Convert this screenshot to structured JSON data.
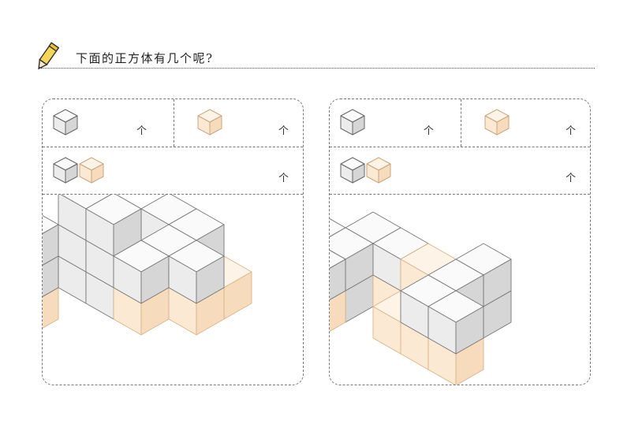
{
  "header": {
    "title": "下面的正方体有几个呢?",
    "icon": "pencil-icon"
  },
  "colors": {
    "white_cube_top": "#fafafa",
    "white_cube_left": "#ececec",
    "white_cube_right": "#d6d6d6",
    "orange_cube_top": "#fdf3e6",
    "orange_cube_left": "#fbe9d3",
    "orange_cube_right": "#f6dcbc",
    "pencil_body": "#f3d65a",
    "border": "#777777"
  },
  "panels": [
    {
      "white_count_label": "个",
      "orange_count_label": "个",
      "total_count_label": "个"
    },
    {
      "white_count_label": "个",
      "orange_count_label": "个",
      "total_count_label": "个"
    }
  ]
}
